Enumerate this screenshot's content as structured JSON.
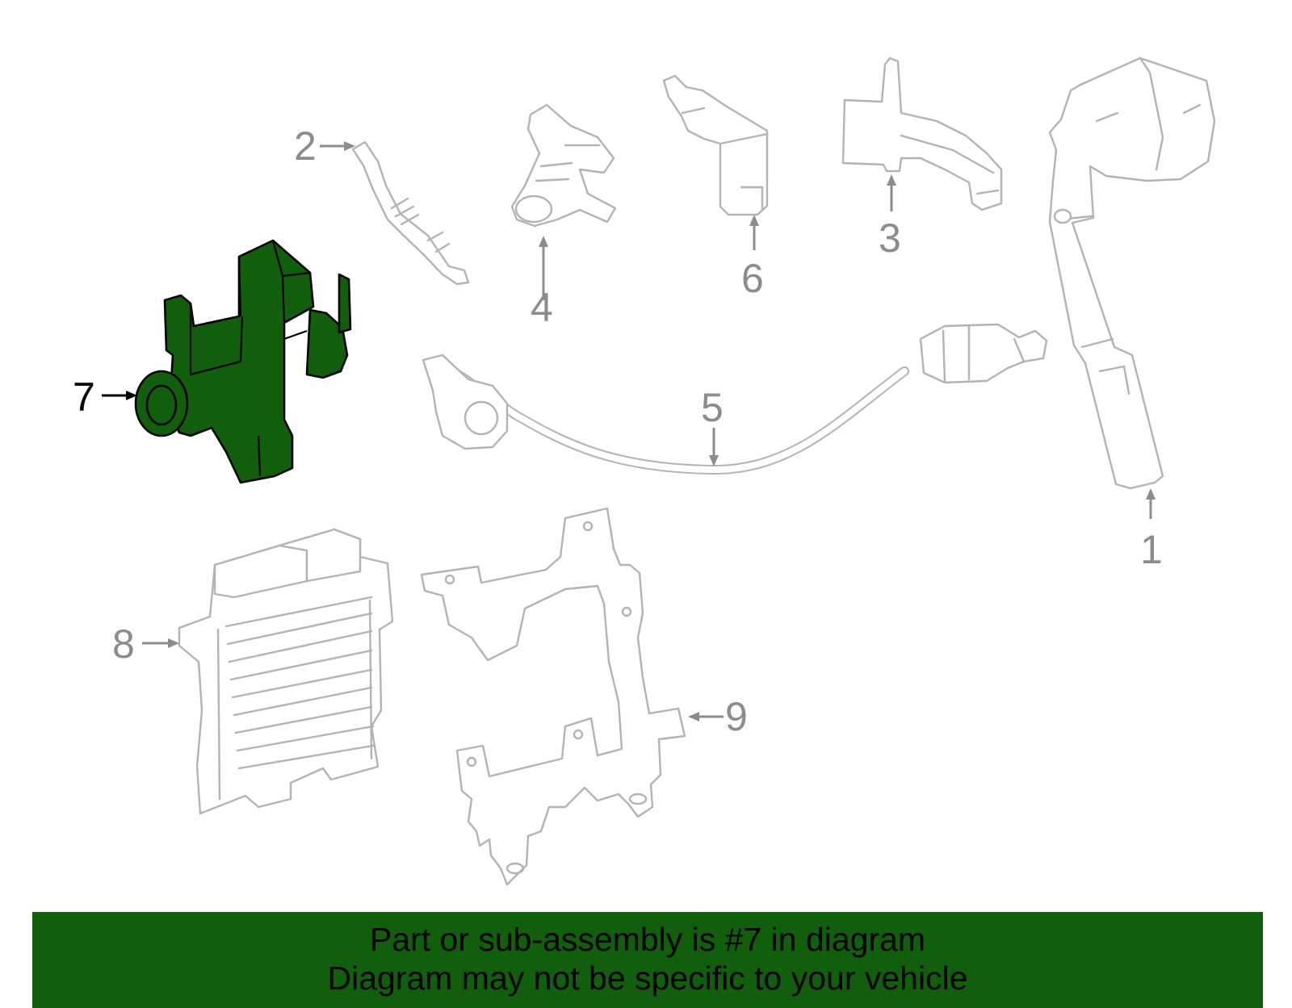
{
  "callouts": {
    "c1": "1",
    "c2": "2",
    "c3": "3",
    "c4": "4",
    "c5": "5",
    "c6": "6",
    "c7": "7",
    "c8": "8",
    "c9": "9"
  },
  "highlighted_part": "7",
  "banner": {
    "line1": "Part or sub-assembly is #7 in diagram",
    "line2": "Diagram may not be specific to your vehicle"
  },
  "colors": {
    "highlight": "#115e0c",
    "banner_bg": "#115e0c",
    "part_outline": "#b3b3b3",
    "callout": "#8c8c8c"
  }
}
